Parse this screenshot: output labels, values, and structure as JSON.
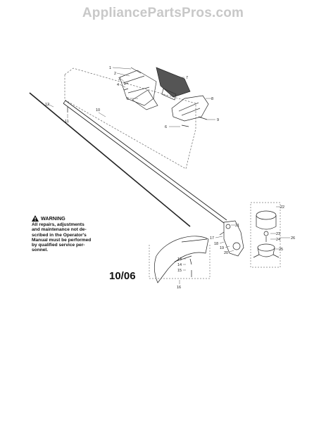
{
  "watermark": "AppliancePartsPros.com",
  "warning": {
    "title": "WARNING",
    "text": "All repairs, adjustments\nand maintenance not de-\nscribed in the Operator's\nManual must be performed\nby qualified service per-\nsonnel."
  },
  "date_code": "10/06",
  "callouts": [
    "1",
    "2",
    "3",
    "4",
    "5",
    "6",
    "7",
    "8",
    "9",
    "10",
    "11",
    "12",
    "13",
    "14",
    "15",
    "16",
    "17",
    "18",
    "19",
    "20",
    "21",
    "22",
    "23",
    "24",
    "25",
    "26"
  ]
}
